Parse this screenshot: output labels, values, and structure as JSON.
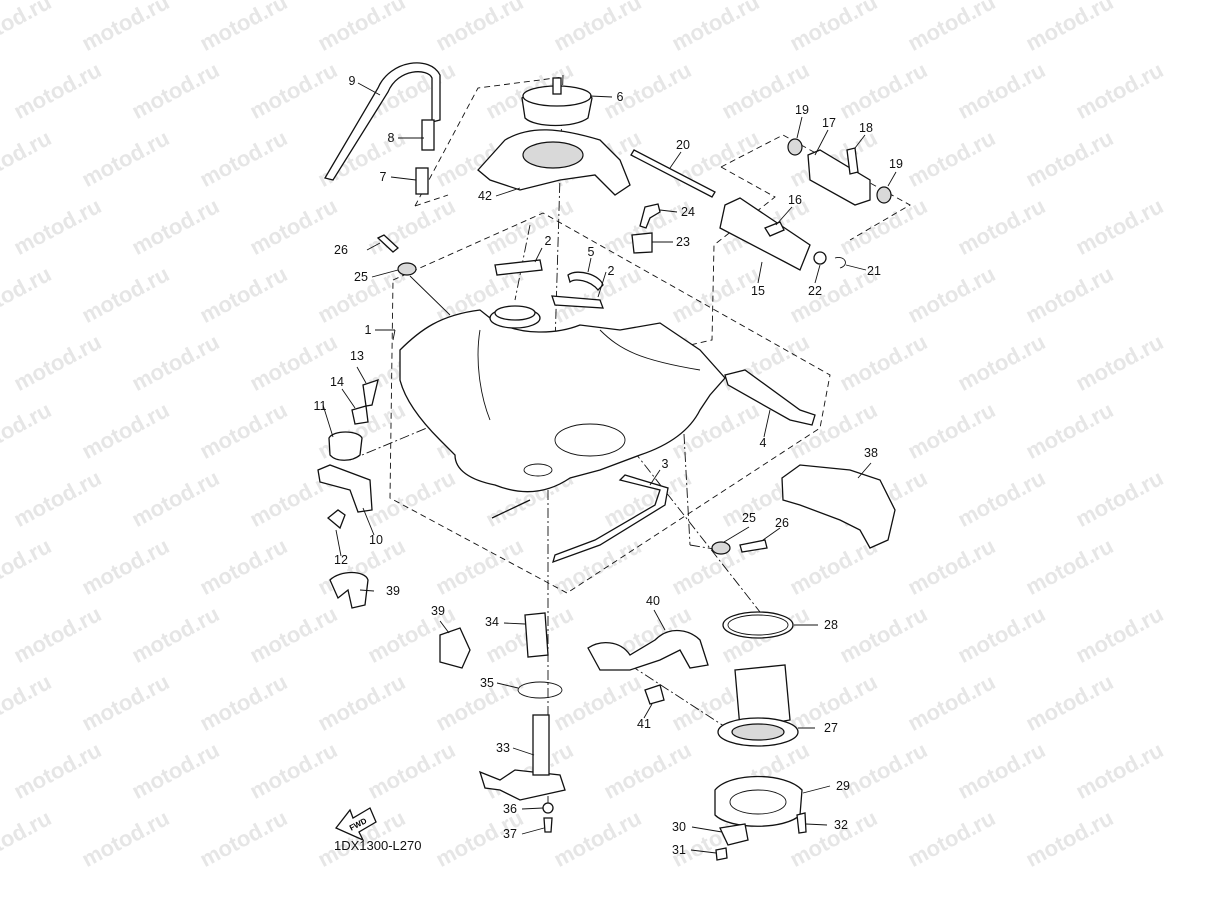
{
  "watermark": {
    "text": "motod.ru"
  },
  "diagram_code": "1DX1300-L270",
  "fwd_label": "FWD",
  "callouts": [
    {
      "id": "c1",
      "text": "1"
    },
    {
      "id": "c2a",
      "text": "2"
    },
    {
      "id": "c2b",
      "text": "2"
    },
    {
      "id": "c3",
      "text": "3"
    },
    {
      "id": "c4",
      "text": "4"
    },
    {
      "id": "c5",
      "text": "5"
    },
    {
      "id": "c6",
      "text": "6"
    },
    {
      "id": "c7",
      "text": "7"
    },
    {
      "id": "c8",
      "text": "8"
    },
    {
      "id": "c9",
      "text": "9"
    },
    {
      "id": "c10",
      "text": "10"
    },
    {
      "id": "c11",
      "text": "11"
    },
    {
      "id": "c12",
      "text": "12"
    },
    {
      "id": "c13",
      "text": "13"
    },
    {
      "id": "c14",
      "text": "14"
    },
    {
      "id": "c15",
      "text": "15"
    },
    {
      "id": "c16",
      "text": "16"
    },
    {
      "id": "c17",
      "text": "17"
    },
    {
      "id": "c18",
      "text": "18"
    },
    {
      "id": "c19a",
      "text": "19"
    },
    {
      "id": "c19b",
      "text": "19"
    },
    {
      "id": "c20",
      "text": "20"
    },
    {
      "id": "c21",
      "text": "21"
    },
    {
      "id": "c22",
      "text": "22"
    },
    {
      "id": "c23",
      "text": "23"
    },
    {
      "id": "c24",
      "text": "24"
    },
    {
      "id": "c25a",
      "text": "25"
    },
    {
      "id": "c25b",
      "text": "25"
    },
    {
      "id": "c26a",
      "text": "26"
    },
    {
      "id": "c26b",
      "text": "26"
    },
    {
      "id": "c27",
      "text": "27"
    },
    {
      "id": "c28",
      "text": "28"
    },
    {
      "id": "c29",
      "text": "29"
    },
    {
      "id": "c30",
      "text": "30"
    },
    {
      "id": "c31",
      "text": "31"
    },
    {
      "id": "c32",
      "text": "32"
    },
    {
      "id": "c33",
      "text": "33"
    },
    {
      "id": "c34",
      "text": "34"
    },
    {
      "id": "c35",
      "text": "35"
    },
    {
      "id": "c36",
      "text": "36"
    },
    {
      "id": "c37",
      "text": "37"
    },
    {
      "id": "c38",
      "text": "38"
    },
    {
      "id": "c39a",
      "text": "39"
    },
    {
      "id": "c39b",
      "text": "39"
    },
    {
      "id": "c40",
      "text": "40"
    },
    {
      "id": "c41",
      "text": "41"
    },
    {
      "id": "c42",
      "text": "42"
    }
  ]
}
